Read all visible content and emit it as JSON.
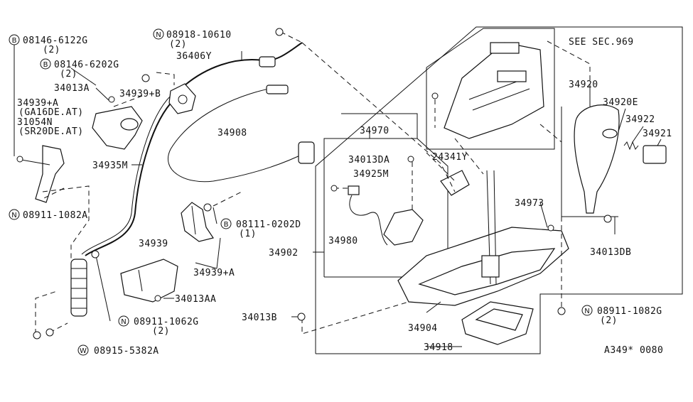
{
  "labels": {
    "b1_num": "08146-6122G",
    "b1_qty": "(2)",
    "b2_num": "08146-6202G",
    "b2_qty": "(2)",
    "n1_num": "08918-10610",
    "n1_qty": "(2)",
    "p36406y": "36406Y",
    "see_sec": "SEE SEC.969",
    "p34013a": "34013A",
    "p34939b": "34939+B",
    "p34939a_top": "34939+A",
    "ga16de": "(GA16DE.AT)",
    "p31054n": "31054N",
    "sr20de": "(SR20DE.AT)",
    "p34908": "34908",
    "p34935m": "34935M",
    "n2_num": "08911-1082A",
    "p34939": "34939",
    "b3_num": "08111-0202D",
    "b3_qty": "(1)",
    "p34939a_mid": "34939+A",
    "p34013aa": "34013AA",
    "n3_num": "08911-1062G",
    "n3_qty": "(2)",
    "w1_num": "08915-5382A",
    "p34970": "34970",
    "p34013da": "34013DA",
    "p34925m": "34925M",
    "p24341y": "24341Y",
    "p34980": "34980",
    "p34902": "34902",
    "p34973": "34973",
    "p34013b": "34013B",
    "p34904": "34904",
    "p34918": "34918",
    "p34920": "34920",
    "p34920e": "34920E",
    "p34922": "34922",
    "p34921": "34921",
    "p34013db": "34013DB",
    "n4_num": "08911-1082G",
    "n4_qty": "(2)",
    "ref_code": "A349* 0080"
  },
  "symbols": {
    "bolt": "B",
    "nut": "N",
    "washer": "W"
  }
}
